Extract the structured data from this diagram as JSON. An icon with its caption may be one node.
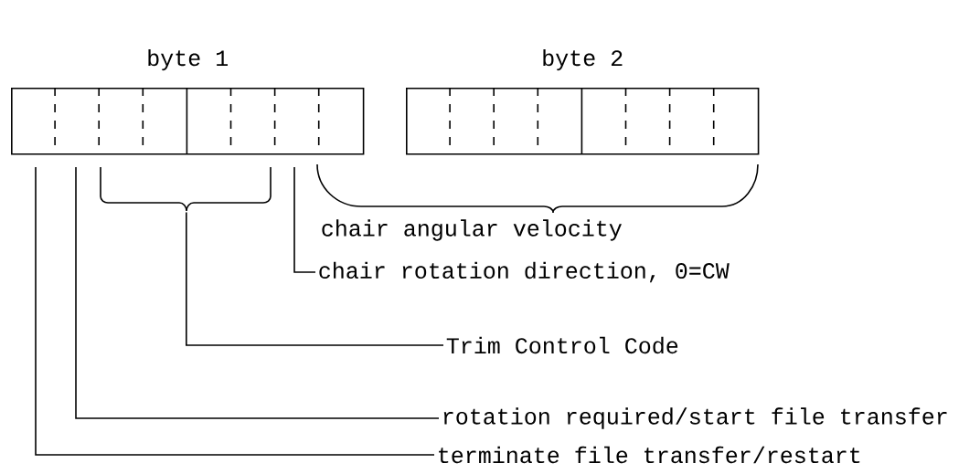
{
  "diagram": {
    "nodes": [
      {
        "text": [
          "byte 1"
        ]
      },
      {
        "text": [
          "byte 2"
        ]
      },
      {
        "text": [
          "chair rotation direction, 0=CW"
        ]
      },
      {
        "text": [
          "Trim Control Code"
        ]
      },
      {
        "text": [
          "rotation required/start file transfer"
        ]
      },
      {
        "text": [
          "terminate file transfer/restart"
        ]
      },
      {
        "text": [],
        "shape": "brace"
      }
    ],
    "edges": [
      {
        "from": 2,
        "to": null,
        "arrow": "none"
      },
      {
        "from": 3,
        "to": 6,
        "arrow": "none"
      },
      {
        "from": 4,
        "to": null,
        "arrow": "none"
      },
      {
        "from": 5,
        "to": null,
        "arrow": "none"
      }
    ],
    "labels": [
      "chair angular velocity"
    ]
  }
}
